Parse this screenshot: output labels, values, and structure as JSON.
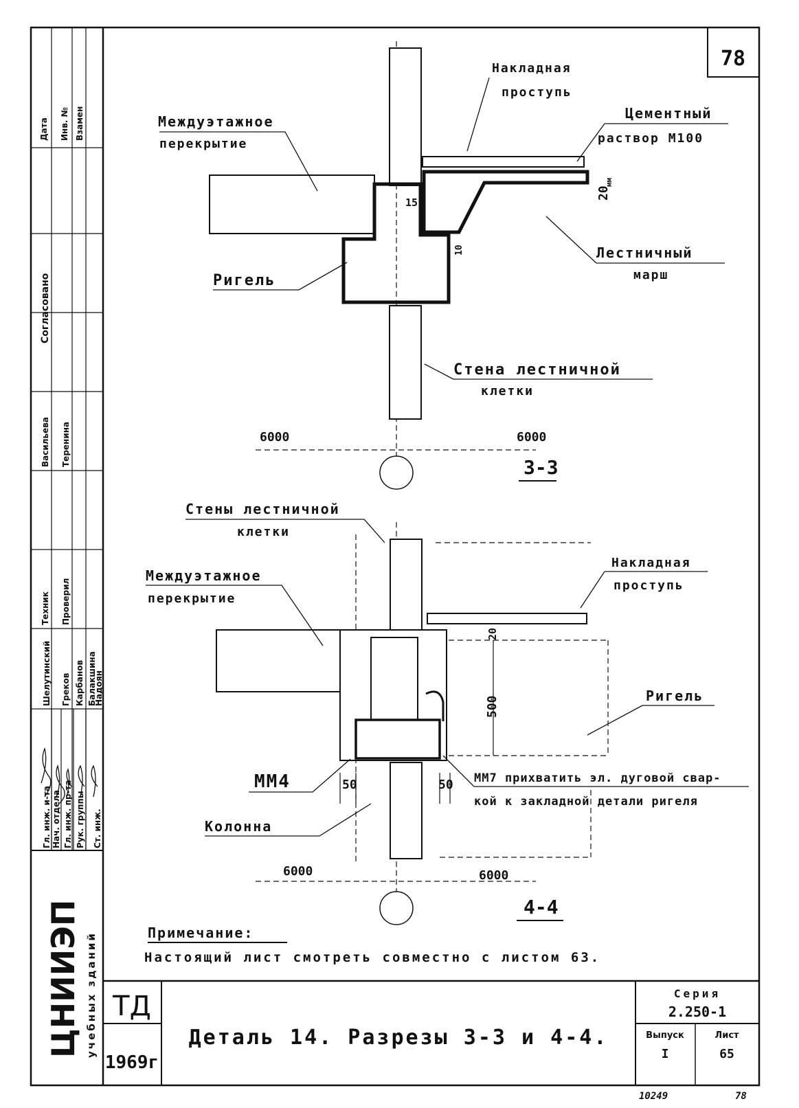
{
  "sheet": {
    "page_number": "78",
    "footer_number": "78",
    "archive_number": "10249"
  },
  "section_33": {
    "label_slab": [
      "Междуэтажное",
      "перекрытие"
    ],
    "label_tread": [
      "Накладная",
      "проступь"
    ],
    "label_mortar": [
      "Цементный",
      "раствор М100"
    ],
    "label_flight": [
      "Лестничный",
      "марш"
    ],
    "label_girder": "Ригель",
    "label_wall": [
      "Стена лестничной",
      "клетки"
    ],
    "dim_20": "20",
    "dim_mm": "мм",
    "dim_15": "15",
    "dim_10": "10",
    "dim_left": "6000",
    "dim_right": "6000",
    "title": "3-3"
  },
  "section_44": {
    "label_walls": [
      "Стены лестничной",
      "клетки"
    ],
    "label_slab": [
      "Междуэтажное",
      "перекрытие"
    ],
    "label_tread": [
      "Накладная",
      "проступь"
    ],
    "label_girder": "Ригель",
    "label_mm4": "ММ4",
    "label_mm7": [
      "ММ7 прихватить эл. дуговой свар-",
      "кой к закладной детали ригеля"
    ],
    "label_column": "Колонна",
    "dim_20": "20",
    "dim_500": "500",
    "dim_50_left": "50",
    "dim_50_right": "50",
    "dim_left": "6000",
    "dim_right": "6000",
    "title": "4-4"
  },
  "note": {
    "heading": "Примечание:",
    "text": "Настоящий лист смотреть совместно с листом 63."
  },
  "title_block": {
    "td": "ТД",
    "year": "1969г",
    "title": "Деталь 14. Разрезы 3-3 и 4-4.",
    "series_label": "Серия",
    "series_value": "2.250-1",
    "issue_label": "Выпуск",
    "issue_value": "I",
    "sheet_label": "Лист",
    "sheet_value": "65"
  },
  "side_block": {
    "org": "ЦНИИЭП",
    "org_sub": "учебных зданий",
    "top_cols": [
      "Дата",
      "Инв. №",
      "Взамен"
    ],
    "roles": [
      "Гл. инж. и-та",
      "Нач. отдела",
      "Гл. инж. пр-та",
      "Рук. группы",
      "Ст. инж."
    ],
    "names": [
      "Шелутинский",
      "Греков",
      "Карбанов",
      "Балакшина",
      "Надоян"
    ],
    "extra_roles": [
      "Техник",
      "Проверил"
    ],
    "extra_names": [
      "Васильева",
      "Теренина"
    ],
    "vertical_stamp": "Согласовано"
  }
}
